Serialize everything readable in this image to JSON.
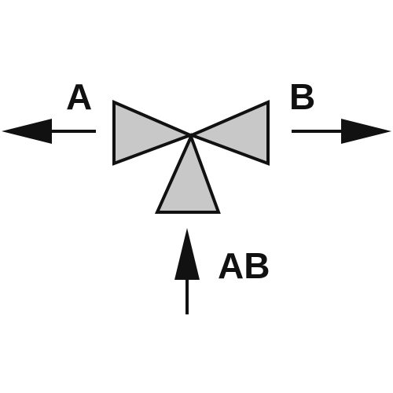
{
  "diagram": {
    "type": "three-way-valve-symbol",
    "ports": [
      {
        "id": "A",
        "label": "A",
        "flow_direction": "left"
      },
      {
        "id": "B",
        "label": "B",
        "flow_direction": "right"
      },
      {
        "id": "AB",
        "label": "AB",
        "flow_direction": "up"
      }
    ],
    "colors": {
      "valve_fill": "#c8c8c8",
      "stroke": "#111111",
      "background": "#ffffff"
    }
  }
}
